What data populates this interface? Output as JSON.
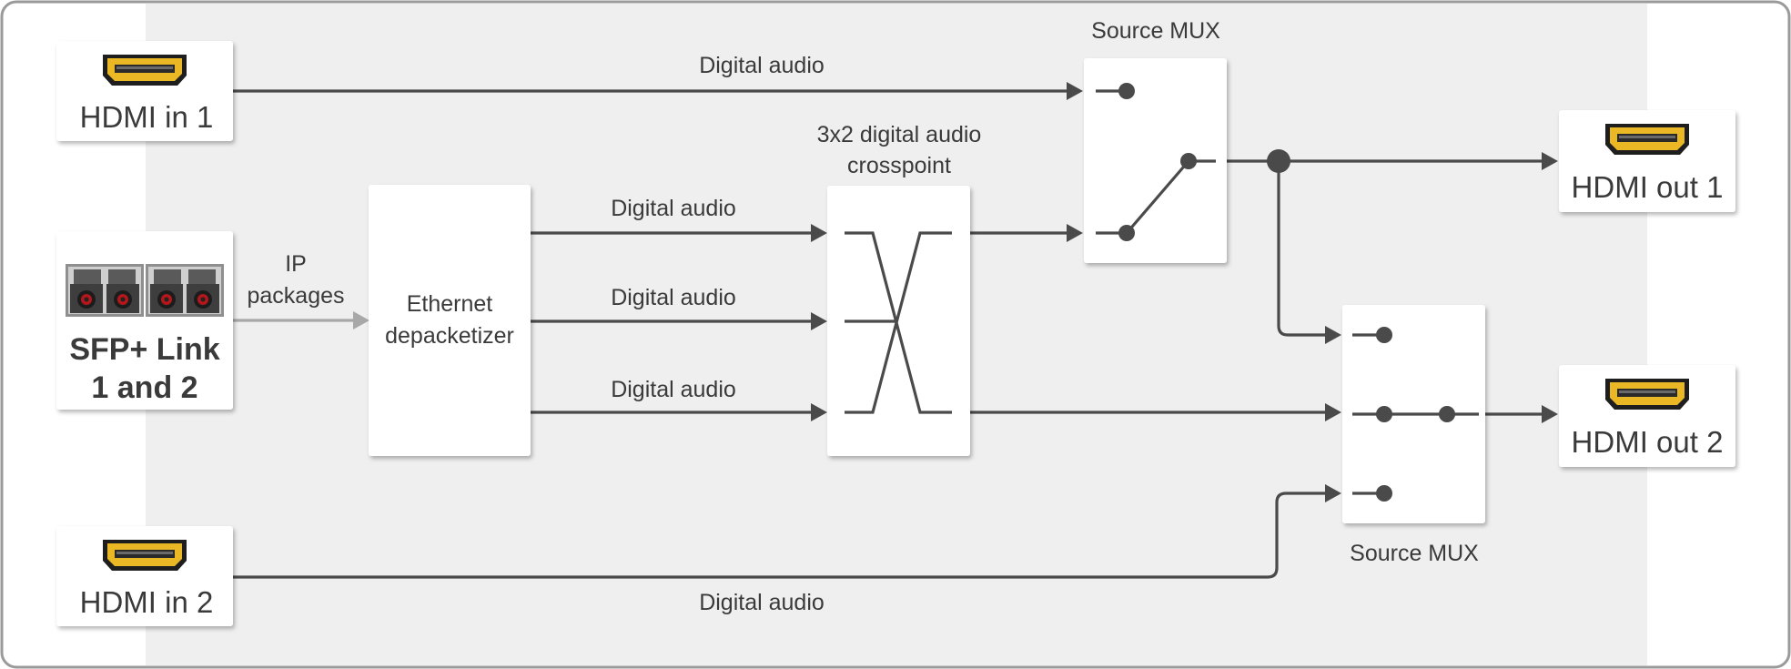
{
  "inputs": {
    "hdmi_in_1": "HDMI in 1",
    "hdmi_in_2": "HDMI in 2",
    "sfp_line1": "SFP+ Link",
    "sfp_line2": "1 and 2"
  },
  "outputs": {
    "hdmi_out_1": "HDMI out 1",
    "hdmi_out_2": "HDMI out 2"
  },
  "blocks": {
    "depacketizer_line1": "Ethernet",
    "depacketizer_line2": "depacketizer",
    "crosspoint_line1": "3x2 digital audio",
    "crosspoint_line2": "crosspoint",
    "mux_top": "Source MUX",
    "mux_bottom": "Source MUX"
  },
  "signals": {
    "ip_line1": "IP",
    "ip_line2": "packages",
    "digital_audio_top": "Digital audio",
    "digital_audio_1": "Digital audio",
    "digital_audio_2": "Digital audio",
    "digital_audio_3": "Digital audio",
    "digital_audio_bottom": "Digital audio"
  },
  "colors": {
    "background": "#efefef",
    "frame": "#9a9a9a",
    "wire": "#4a4a4a",
    "ip_wire": "#a8a8a8",
    "connector_gold": "#e9b824"
  }
}
